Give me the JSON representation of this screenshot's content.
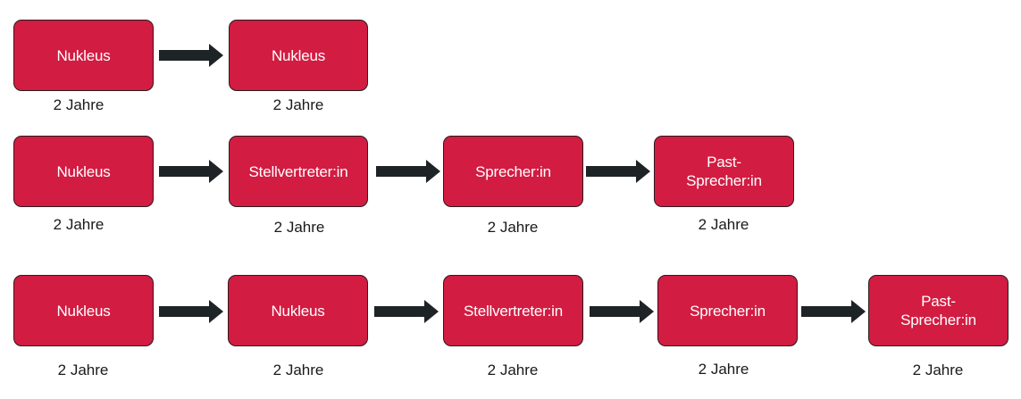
{
  "colors": {
    "box_fill": "#d21c42",
    "box_border": "#2a1b1f",
    "box_text": "#ffffff",
    "arrow": "#1e2326",
    "duration_text": "#1a1a1a"
  },
  "rows": [
    {
      "steps": [
        {
          "label": "Nukleus",
          "duration": "2 Jahre"
        },
        {
          "label": "Nukleus",
          "duration": "2 Jahre"
        }
      ]
    },
    {
      "steps": [
        {
          "label": "Nukleus",
          "duration": "2 Jahre"
        },
        {
          "label": "Stellvertreter:in",
          "duration": "2 Jahre"
        },
        {
          "label": "Sprecher:in",
          "duration": "2 Jahre"
        },
        {
          "label": "Past-\nSprecher:in",
          "duration": "2 Jahre"
        }
      ]
    },
    {
      "steps": [
        {
          "label": "Nukleus",
          "duration": "2 Jahre"
        },
        {
          "label": "Nukleus",
          "duration": "2 Jahre"
        },
        {
          "label": "Stellvertreter:in",
          "duration": "2 Jahre"
        },
        {
          "label": "Sprecher:in",
          "duration": "2 Jahre"
        },
        {
          "label": "Past-\nSprecher:in",
          "duration": "2 Jahre"
        }
      ]
    }
  ]
}
